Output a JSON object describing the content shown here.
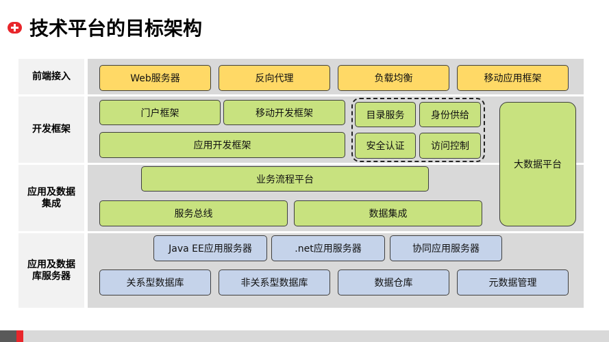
{
  "title": "技术平台的目标架构",
  "colors": {
    "accent_red": "#e8262b",
    "yellow_box": "#ffd966",
    "green_box": "#c8e27f",
    "blue_box": "#c5d3ea",
    "band_gray": "#d9d9d9",
    "label_bg": "#f2f2f2"
  },
  "rows": {
    "frontend": "前端接入",
    "devframe": "开发框架",
    "integration": "应用及数据\n集成",
    "servers": "应用及数据\n库服务器"
  },
  "frontend_boxes": [
    "Web服务器",
    "反向代理",
    "负载均衡",
    "移动应用框架"
  ],
  "devframe_boxes": {
    "portal": "门户框架",
    "mobile_dev": "移动开发框架",
    "app_dev": "应用开发框架"
  },
  "security_group": {
    "directory": "目录服务",
    "identity": "身份供给",
    "auth": "安全认证",
    "access": "访问控制"
  },
  "bigdata": "大数据平台",
  "integration_boxes": {
    "bpm": "业务流程平台",
    "esb": "服务总线",
    "data_integration": "数据集成"
  },
  "app_servers": [
    "Java EE应用服务器",
    ".net应用服务器",
    "协同应用服务器"
  ],
  "databases": [
    "关系型数据库",
    "非关系型数据库",
    "数据仓库",
    "元数据管理"
  ]
}
